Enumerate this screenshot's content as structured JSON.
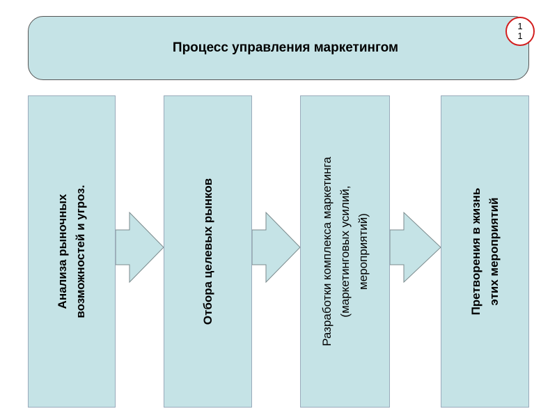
{
  "header": {
    "title": "Процесс управления маркетингом",
    "badge_line1": "1",
    "badge_line2": "1"
  },
  "stages": [
    {
      "label": "Анализа рыночных\nвозможностей и угроз.",
      "bold": true
    },
    {
      "label": "Отбора целевых рынков",
      "bold": true
    },
    {
      "label": "Разработки комплекса маркетинга\n(маркетинговых усилий,\nмероприятий)",
      "bold": false
    },
    {
      "label": "Претворения в жизнь\nэтих мероприятий",
      "bold": true
    }
  ],
  "colors": {
    "fill": "#c5e3e6",
    "badge_border": "#d21e1e"
  }
}
